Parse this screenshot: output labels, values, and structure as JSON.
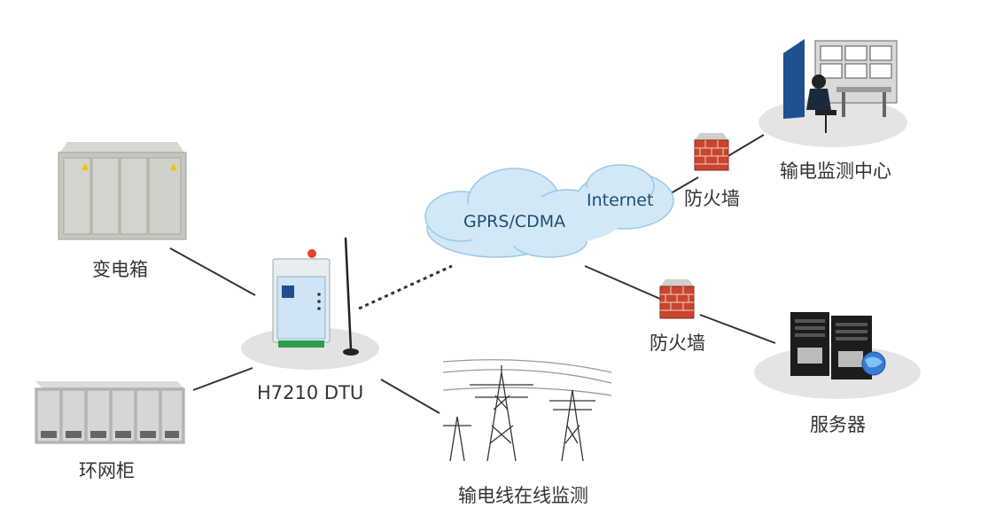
{
  "labels": {
    "transformer_box": "变电箱",
    "ring_main_unit": "环网柜",
    "dtu": "H7210 DTU",
    "power_line_monitoring": "输电线在线监测",
    "cloud_network": "GPRS/CDMA",
    "internet": "Internet",
    "firewall_top": "防火墙",
    "firewall_bottom": "防火墙",
    "monitoring_center": "输电监测中心",
    "server": "服务器"
  },
  "colors": {
    "cloud_fill": "#cfe6f6",
    "cloud_stroke": "#8ebfe0",
    "connector_line": "#333333",
    "brick": "#c9452d",
    "platform": "#e6e6e6"
  },
  "icons": {
    "transformer_box": "substation-cabinet-icon",
    "ring_main_unit": "switchgear-cabinet-icon",
    "dtu": "dtu-device-icon",
    "power_tower": "transmission-tower-icon",
    "cloud": "cloud-icon",
    "firewall": "firewall-brick-icon",
    "control_room": "control-room-icon",
    "server": "server-rack-icon"
  }
}
